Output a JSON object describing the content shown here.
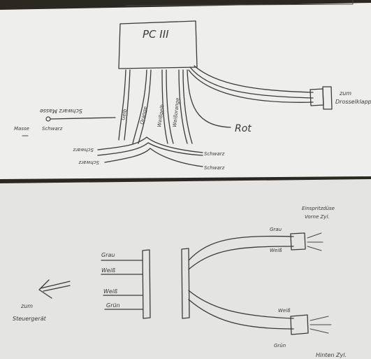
{
  "sheet1": {
    "box_label": "PC III",
    "left_connector": {
      "top_text": "Schwarz Masse",
      "bottom_text": "Schwarz",
      "ground_text": "Masse"
    },
    "wires": [
      "Gelb",
      "Orange",
      "Weißgelb",
      "Weißorange"
    ],
    "red_label": "Rot",
    "right_connector_label_1": "zum",
    "right_connector_label_2": "Drosselklappe",
    "lower_left_1": "Schwarz",
    "lower_left_2": "Schwarz",
    "lower_right_1": "Schwarz",
    "lower_right_2": "Schwarz"
  },
  "sheet2": {
    "left_labels": [
      "Grau",
      "Weiß",
      "Weiß",
      "Grün"
    ],
    "steuergeraet_1": "zum",
    "steuergeraet_2": "Steuergerät",
    "top_right_title_1": "Einspritzdüse",
    "top_right_title_2": "Vorne Zyl.",
    "top_conn_labels": [
      "Grau",
      "Weiß"
    ],
    "bottom_conn_labels": [
      "Weiß",
      "Grün"
    ],
    "bottom_right_title": "Hinten Zyl."
  }
}
